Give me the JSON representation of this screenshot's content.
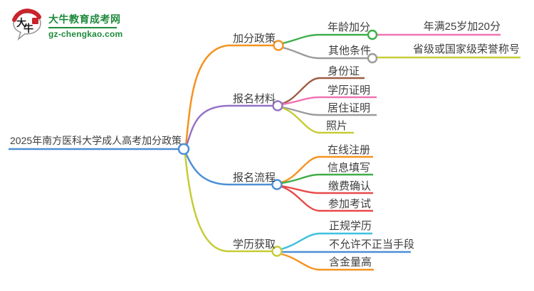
{
  "logo": {
    "title": "大牛教育成考网",
    "url": "gz-chengkao.com",
    "icon_text": "大牛",
    "brand_green": "#1e8a3c",
    "seal_red": "#c9242b"
  },
  "mindmap": {
    "root": {
      "label": "2025年南方医科大学成人高考加分政策",
      "color": "#4b8fd5"
    },
    "branches": [
      {
        "label": "加分政策",
        "color": "#f6921e",
        "children": [
          {
            "label": "年龄加分",
            "color": "#3fae49",
            "children": [
              {
                "label": "年满25岁加20分",
                "color": "#ef74b2"
              }
            ]
          },
          {
            "label": "其他条件",
            "color": "#9b9b9b",
            "children": [
              {
                "label": "省级或国家级荣誉称号",
                "color": "#c6cc34"
              }
            ]
          }
        ]
      },
      {
        "label": "报名材料",
        "color": "#9673c6",
        "children": [
          {
            "label": "身份证",
            "color": "#9d5c44"
          },
          {
            "label": "学历证明",
            "color": "#ef74b2"
          },
          {
            "label": "居住证明",
            "color": "#9b9b9b"
          },
          {
            "label": "照片",
            "color": "#c6cc34"
          }
        ]
      },
      {
        "label": "报名流程",
        "color": "#4b8fd5",
        "children": [
          {
            "label": "在线注册",
            "color": "#f6921e"
          },
          {
            "label": "信息填写",
            "color": "#3fae49"
          },
          {
            "label": "缴费确认",
            "color": "#e8494a"
          },
          {
            "label": "参加考试",
            "color": "#e8494a"
          }
        ]
      },
      {
        "label": "学历获取",
        "color": "#c6cc34",
        "children": [
          {
            "label": "正规学历",
            "color": "#3ec0dd"
          },
          {
            "label": "不允许不正当手段",
            "color": "#4b8fd5"
          },
          {
            "label": "含金量高",
            "color": "#f6921e"
          }
        ]
      }
    ]
  }
}
